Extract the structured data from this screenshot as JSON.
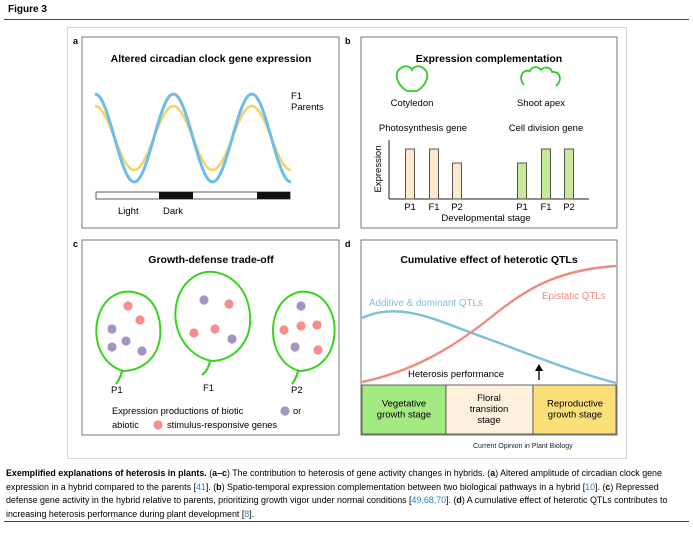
{
  "figure_label": "Figure 3",
  "credit": "Current Opinion in Plant Biology",
  "panels": {
    "a": {
      "letter": "a",
      "title": "Altered circadian clock gene expression",
      "legend": [
        "F1",
        "Parents"
      ],
      "light": "Light",
      "dark": "Dark",
      "colors": {
        "f1": "#6cbee8",
        "parents": "#f5d36b"
      }
    },
    "b": {
      "letter": "b",
      "title": "Expression complementation",
      "organ_left": "Cotyledon",
      "organ_right": "Shoot apex",
      "gene_left": "Photosynthesis gene",
      "gene_right": "Cell division gene",
      "ylabel": "Expression",
      "xlabel": "Developmental stage",
      "colors": {
        "left_bars": "#fbe9cf",
        "right_bars": "#c8e89a",
        "organ": "#2ecb26"
      }
    },
    "c": {
      "letter": "c",
      "title": "Growth-defense trade-off",
      "labels": [
        "P1",
        "F1",
        "P2"
      ],
      "legend_line1_a": "Expression productions of biotic",
      "legend_line1_b": "or",
      "legend_line2_a": "abiotic",
      "legend_line2_b": "stimulus-responsive genes",
      "colors": {
        "biotic": "#a593c4",
        "abiotic": "#f58f8f",
        "outline": "#36d51c"
      }
    },
    "d": {
      "letter": "d",
      "title": "Cumulative effect of heterotic QTLs",
      "additive_label": "Additive & dominant QTLs",
      "epistatic_label": "Epistatic QTLs",
      "heterosis_label": "Heterosis performance",
      "stages": [
        "Vegetative growth stage",
        "Floral transition stage",
        "Reproductive growth stage"
      ],
      "colors": {
        "additive": "#7dbfd6",
        "epistatic": "#ef8a80",
        "stage1": "#a4ea83",
        "stage2": "#fdf0dc",
        "stage3": "#fbe07a"
      }
    }
  },
  "chart_data": [
    {
      "type": "bar",
      "panel": "b-left",
      "title": "Photosynthesis gene",
      "categories": [
        "P1",
        "F1",
        "P2"
      ],
      "values": [
        1.0,
        1.0,
        0.72
      ],
      "ylabel": "Expression",
      "xlabel": "Developmental stage"
    },
    {
      "type": "bar",
      "panel": "b-right",
      "title": "Cell division gene",
      "categories": [
        "P1",
        "F1",
        "P2"
      ],
      "values": [
        0.72,
        1.0,
        1.0
      ],
      "ylabel": "Expression",
      "xlabel": "Developmental stage"
    }
  ],
  "caption": {
    "bold": "Exemplified explanations of heterosis in plants.",
    "parts": [
      {
        "t": " ("
      },
      {
        "t": "a–c",
        "b": true
      },
      {
        "t": ") The contribution to heterosis of gene activity changes in hybrids. ("
      },
      {
        "t": "a",
        "b": true
      },
      {
        "t": ") Altered amplitude of circadian clock gene expression in a hybrid compared to the parents ["
      },
      {
        "t": "41",
        "r": true
      },
      {
        "t": "]. ("
      },
      {
        "t": "b",
        "b": true
      },
      {
        "t": ") Spatio-temporal expression complementation between two biological pathways in a hybrid ["
      },
      {
        "t": "10",
        "r": true
      },
      {
        "t": "]. ("
      },
      {
        "t": "c",
        "b": true
      },
      {
        "t": ") Repressed defense gene activity in the hybrid relative to parents, prioritizing growth vigor under normal conditions ["
      },
      {
        "t": "49,68,70",
        "r": true
      },
      {
        "t": "]. ("
      },
      {
        "t": "d",
        "b": true
      },
      {
        "t": ") A cumulative effect of heterotic QTLs contributes to increasing heterosis performance during plant development ["
      },
      {
        "t": "8",
        "r": true
      },
      {
        "t": "]."
      }
    ]
  }
}
